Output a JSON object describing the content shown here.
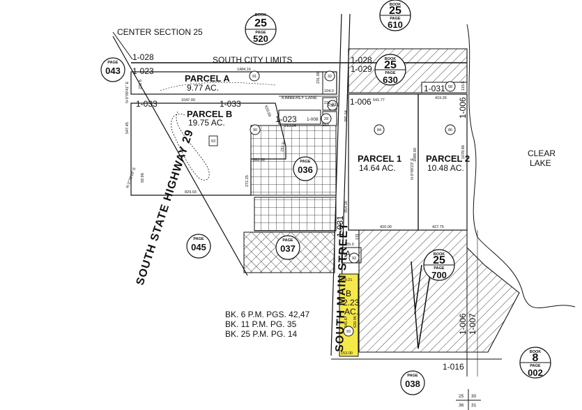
{
  "page_refs": {
    "book_25_520": {
      "label_book": "BOOK",
      "book": "25",
      "label_page": "PAGE",
      "page": "520"
    },
    "book_25_610": {
      "label_book": "BOOK",
      "book": "25",
      "label_page": "PAGE",
      "page": "610"
    },
    "book_25_630": {
      "label_book": "BOOK",
      "book": "25",
      "label_page": "PAGE",
      "page": "630"
    },
    "book_25_700": {
      "label_book": "BOOK",
      "book": "25",
      "label_page": "PAGE",
      "page": "700"
    },
    "book_8_002": {
      "label_book": "BOOK",
      "book": "8",
      "label_page": "PAGE",
      "page": "002"
    },
    "page_043": {
      "label": "PAGE",
      "page": "043"
    },
    "page_036": {
      "label": "PAGE",
      "page": "036"
    },
    "page_037": {
      "label": "PAGE",
      "page": "037"
    },
    "page_045": {
      "label": "PAGE",
      "page": "045"
    },
    "page_038": {
      "label": "PAGE",
      "page": "038"
    }
  },
  "labels": {
    "center_section": "CENTER SECTION 25",
    "south_city_limits": "SOUTH CITY LIMITS",
    "highway": "SOUTH STATE HIGHWAY 29",
    "main_street": "SOUTH MAIN STREET",
    "kimberly_lane": "KIMBERLY LANE",
    "clear_lake_1": "CLEAR",
    "clear_lake_2": "LAKE",
    "parcel_a": "PARCEL A",
    "parcel_a_ac": "9.77 AC.",
    "parcel_b": "PARCEL B",
    "parcel_b_ac": "19.75 AC.",
    "parcel_1": "PARCEL 1",
    "parcel_1_ac": "14.64 AC.",
    "parcel_2": "PARCEL 2",
    "parcel_2_ac": "10.48 AC.",
    "highlight_b": "B",
    "highlight_ac1": "2.23",
    "highlight_ac2": "AC.",
    "street_a": "A"
  },
  "references": [
    "BK. 6 P.M. PGS. 42,47",
    "BK. 11 P.M. PG. 35",
    "BK. 25 P.M. PG. 14"
  ],
  "lot_codes": {
    "c1028a": "1-028",
    "c1023a": "1-023",
    "c1033a": "1-033",
    "c1033b": "1-033",
    "c1023b": "1-023",
    "c1028b": "1-028",
    "c1029": "1-029",
    "c1006a": "1-006",
    "c1031a": "1-031",
    "c1006b": "1-006",
    "c1031b": "1-031",
    "c1006c": "1-006",
    "c1007": "1-007",
    "c1016": "1-016",
    "c1011": "1-011",
    "c1008": "1-008"
  },
  "parcel_numbers": {
    "p91": "91",
    "p32": "32",
    "p30": "30",
    "p29": "29",
    "p90": "90",
    "p63": "63",
    "p84": "84",
    "p86": "86",
    "p58": "58",
    "p92": "92",
    "p93": "93"
  },
  "section_corners": {
    "tl": "25",
    "tr": "30",
    "bl": "36",
    "br": "31"
  },
  "dimensions": {
    "d1484": "1484.16",
    "d231a": "231.00",
    "d104": "104.0",
    "d1047": "1047.00",
    "d633": "633.69",
    "d547": "547.45",
    "d352": "352.99",
    "d272": "272.25",
    "d829": "829.93",
    "d213": "213.04",
    "d541": "541.77",
    "d419": "419.26",
    "d395": "395.64",
    "d854": "854.16",
    "d1078": "1078.86",
    "d1089": "1089.00",
    "d420": "420.00",
    "d427": "427.75",
    "d155": "155.0",
    "d118": "118.21",
    "d645": "645.67",
    "d620": "620.96",
    "d153": "153.00",
    "d250": "250",
    "d236": "236",
    "d115": "115.5",
    "d131": "131",
    "d153b": "153",
    "bear_n1": "N 0°09'23\" E",
    "bear_n2": "N 0°28'18\" E",
    "bear_n3": "N 0°09'41\" E",
    "d2316": "231.6",
    "d1519": "151.9",
    "d5998": "59.98"
  }
}
